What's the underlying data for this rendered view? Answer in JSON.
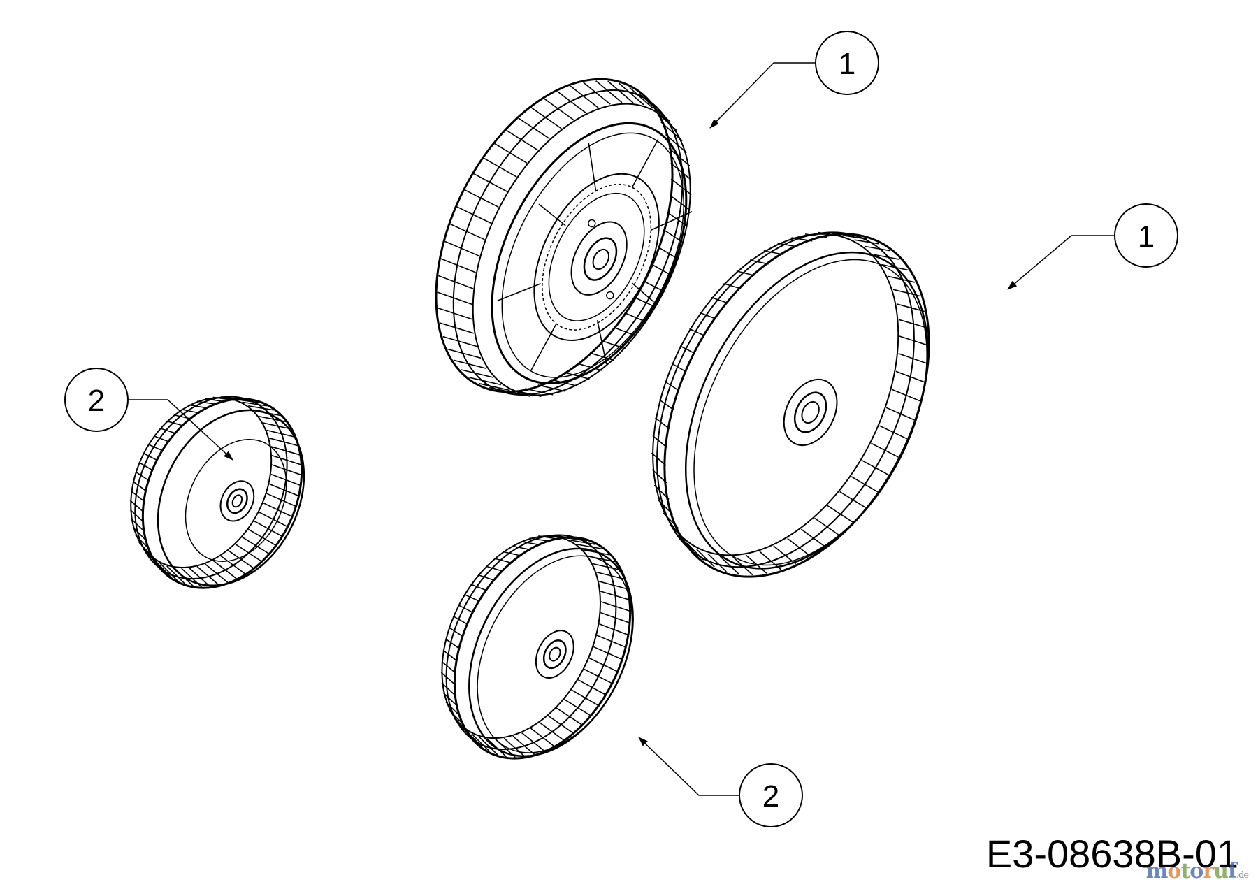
{
  "diagram": {
    "drawing_code": "E3-08638B-01",
    "watermark": {
      "text": "motoruf",
      "tld": ".de",
      "colors": [
        "#3a5fa8",
        "#d9762b",
        "#6a9a3a"
      ]
    }
  },
  "callouts": [
    {
      "label": "1",
      "part": "rear drive wheel (hub side)"
    },
    {
      "label": "1",
      "part": "rear drive wheel"
    },
    {
      "label": "2",
      "part": "front wheel"
    },
    {
      "label": "2",
      "part": "front wheel"
    }
  ],
  "style": {
    "line_color": "#000000",
    "background": "#ffffff"
  }
}
